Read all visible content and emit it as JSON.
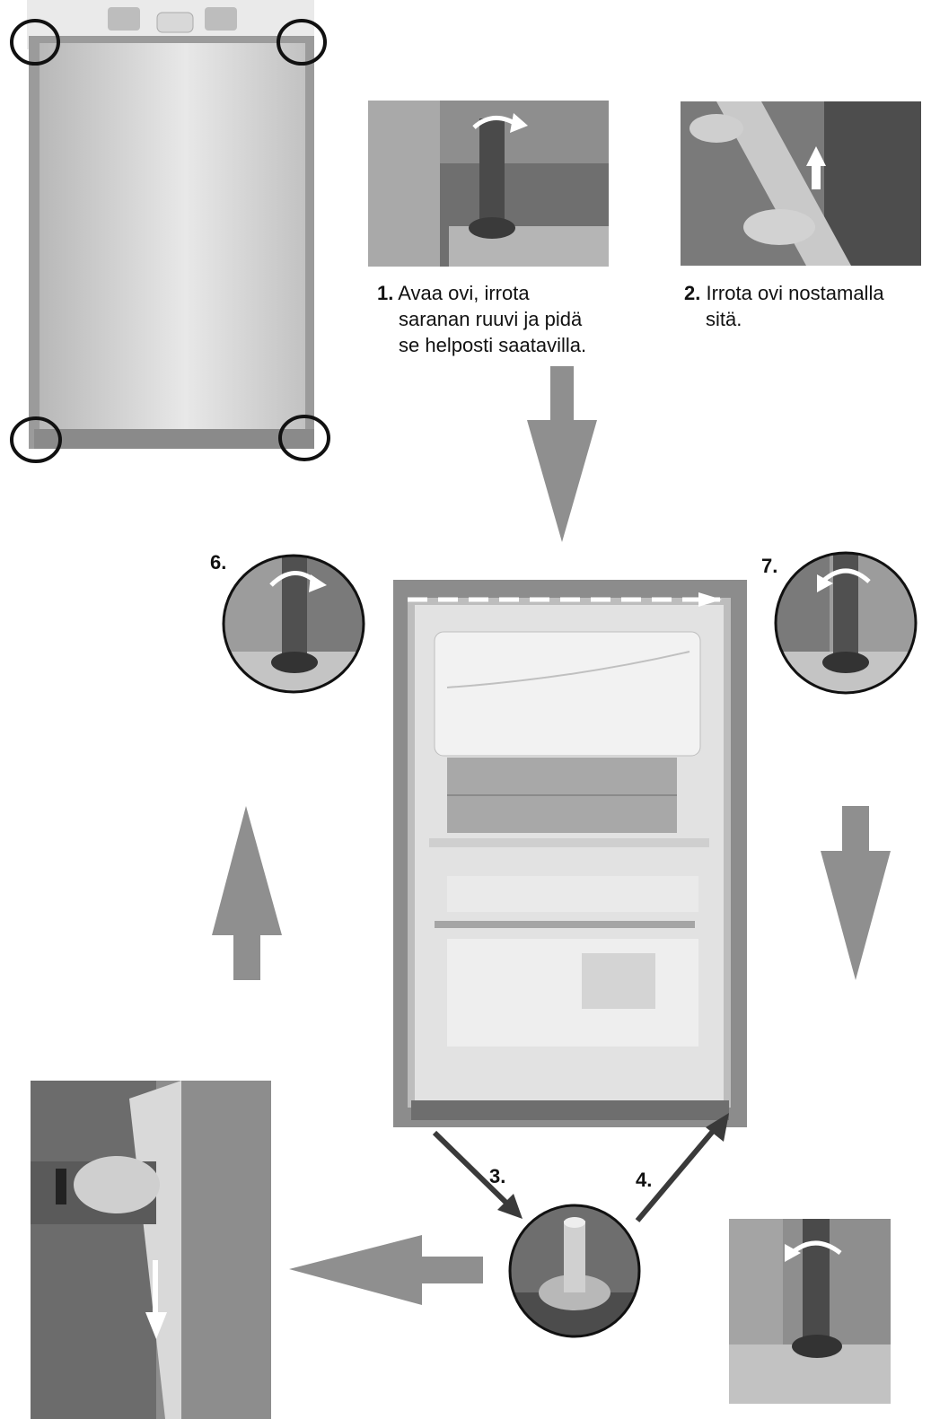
{
  "steps": {
    "step1": {
      "number": "1.",
      "line1": "Avaa ovi, irrota",
      "line2": "saranan ruuvi ja pidä",
      "line3": "se helposti saatavilla."
    },
    "step2": {
      "number": "2.",
      "line1": "Irrota ovi nostamalla",
      "line2": "sitä."
    },
    "step3": {
      "number": "3."
    },
    "step4": {
      "number": "4."
    },
    "step6": {
      "number": "6."
    },
    "step7": {
      "number": "7."
    }
  },
  "colors": {
    "flow_arrow": "#8f8f8f",
    "dark_arrow": "#3a3a3a",
    "circle_outline": "#111111",
    "photo_bg": "#9a9a9a"
  },
  "icons": {
    "door_photo": "fridge-door-front-icon",
    "hinge_screw": "hinge-screw-icon",
    "door_lift": "door-lift-photo-icon",
    "fridge_open": "fridge-open-photo-icon",
    "hinge_pin": "hinge-pin-icon",
    "door_remove": "door-remove-photo-icon",
    "rotate": "rotate-arrow-icon"
  }
}
